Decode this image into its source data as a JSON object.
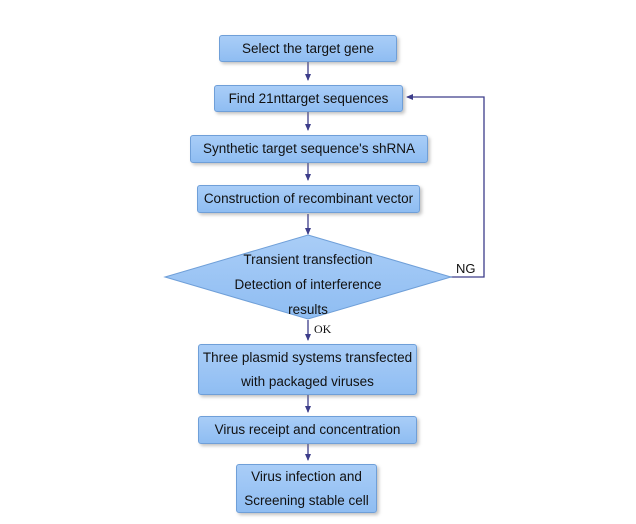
{
  "steps": {
    "select_gene": "Select the target gene",
    "find_sequences": "Find 21nttarget sequences",
    "synthetic_shrna": "Synthetic target sequence's shRNA",
    "construction": "Construction of recombinant vector",
    "three_plasmid_line1": "Three plasmid systems transfected",
    "three_plasmid_line2": "with packaged viruses",
    "virus_receipt": "Virus receipt and concentration",
    "virus_infection_line1": "Virus infection and",
    "virus_infection_line2": "Screening stable cell"
  },
  "decision": {
    "line1": "Transient transfection",
    "line2": "Detection of interference",
    "line3": "results"
  },
  "branches": {
    "ok": "OK",
    "ng": "NG"
  }
}
